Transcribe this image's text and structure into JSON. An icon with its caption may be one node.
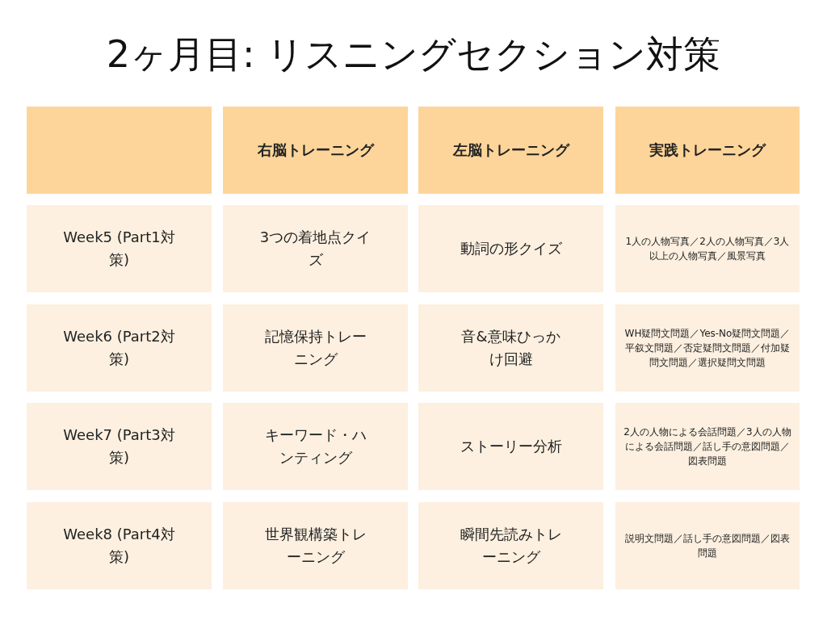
{
  "diagram": {
    "title": "2ヶ月目: リスニングセクション対策",
    "labels": [
      "右脳トレーニング",
      "左脳トレーニング",
      "実践トレーニング",
      "Week5 (Part1対策)",
      "3つの着地点クイズ",
      "動詞の形クイズ",
      "1人の人物写真／2人の人物写真／3人以上の人物写真／風景写真",
      "Week6 (Part2対策)",
      "記憶保持トレーニング",
      "音&意味ひっかけ回避",
      "WH疑問文問題／Yes-No疑問文問題／平叙文問題／否定疑問文問題／付加疑問文問題／選択疑問文問題",
      "Week7 (Part3対策)",
      "キーワード・ハンティング",
      "ストーリー分析",
      "2人の人物による会話問題／3人の人物による会話問題／話し手の意図問題／図表問題",
      "Week8 (Part4対策)",
      "世界観構築トレーニング",
      "瞬間先読みトレーニング",
      "説明文問題／話し手の意図問題／図表問題"
    ]
  }
}
